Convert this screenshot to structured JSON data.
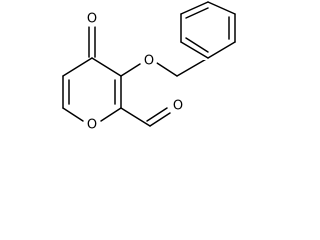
{
  "molecule": {
    "atoms": {
      "ketone_oxygen": "O",
      "ether_oxygen": "O",
      "ring_oxygen": "O",
      "aldehyde_oxygen": "O"
    },
    "colors": {
      "bond": "#000000",
      "label": "#000000",
      "background": "#ffffff"
    }
  }
}
